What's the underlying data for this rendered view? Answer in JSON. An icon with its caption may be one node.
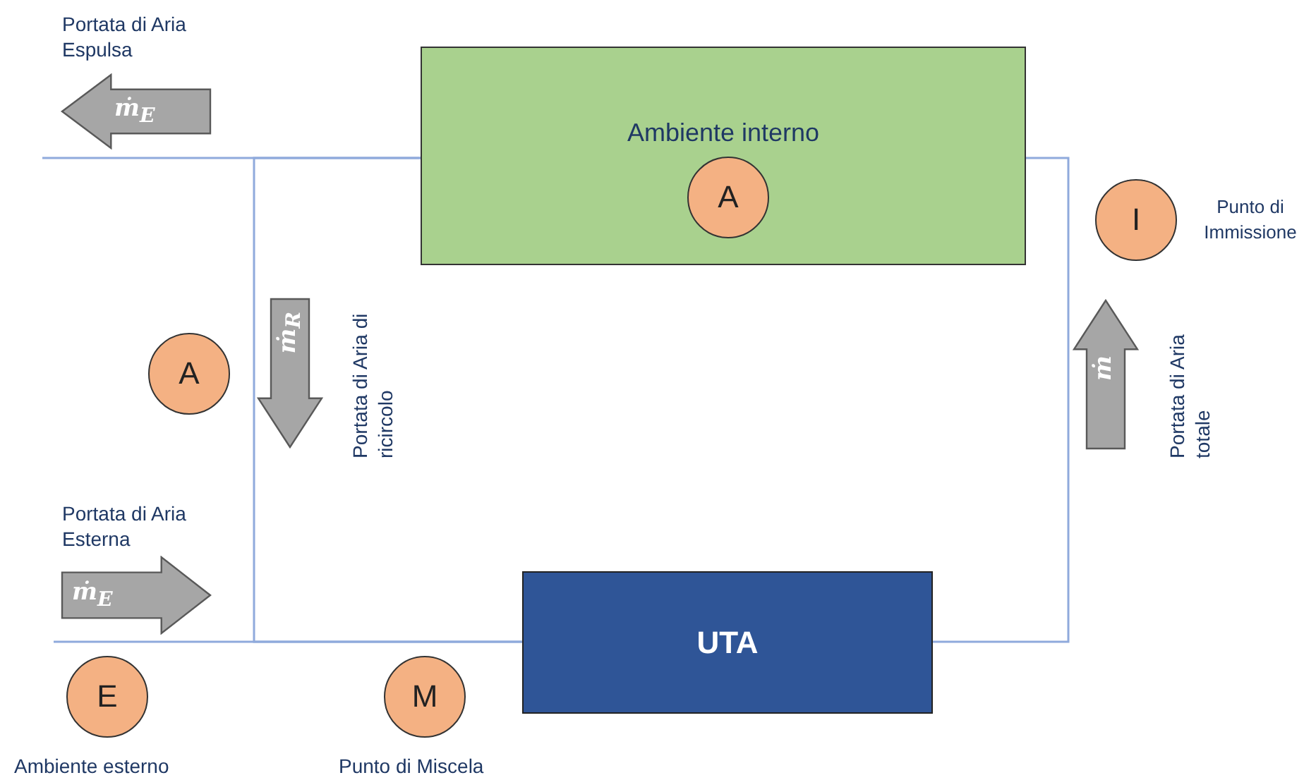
{
  "diagram": {
    "nodes": [
      {
        "text": [
          "Ambiente interno"
        ]
      },
      {
        "text": [
          "A"
        ],
        "in": 0
      },
      {
        "text": [
          "UTA"
        ]
      },
      {
        "text": [
          "A"
        ]
      },
      {
        "text": [
          "E"
        ],
        "beside": [
          "Ambiente esterno"
        ]
      },
      {
        "text": [
          "M"
        ],
        "beside": [
          "Punto di Miscela"
        ]
      },
      {
        "text": [
          "I"
        ],
        "beside": [
          "Punto di Immissione"
        ]
      },
      {
        "text": [
          "ṁ$_{E}$"
        ],
        "beside": [
          "Portata di Aria Espulsa"
        ]
      },
      {
        "text": [
          "ṁ$_{R}$"
        ],
        "beside": [
          "Portata di Aria di ricircolo"
        ]
      },
      {
        "text": [
          "ṁ$_{E}$"
        ],
        "beside": [
          "Portata di Aria Esterna"
        ]
      },
      {
        "text": [
          "ṁ"
        ],
        "beside": [
          "Portata di Aria totale"
        ]
      }
    ],
    "edges": [
      {
        "from": 0,
        "to": null,
        "arrow": "none"
      },
      {
        "from": 0,
        "to": 2,
        "arrow": "none"
      },
      {
        "from": null,
        "to": 2,
        "arrow": "none"
      },
      {
        "from": 2,
        "to": 0,
        "arrow": "none"
      }
    ]
  }
}
